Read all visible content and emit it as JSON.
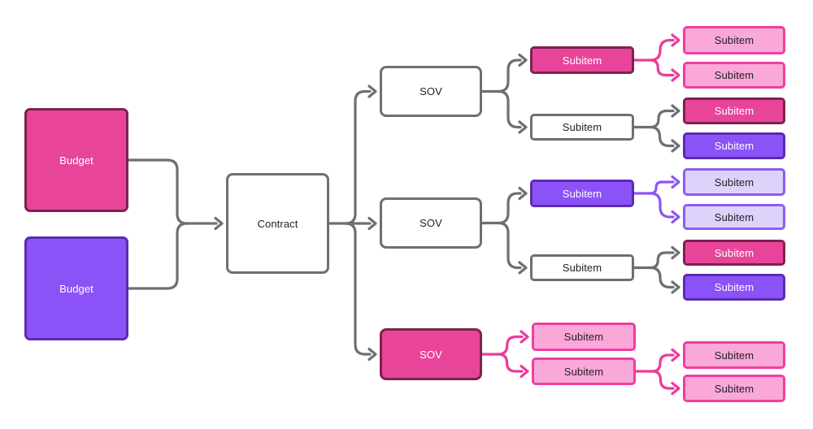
{
  "diagram": {
    "background": "#ffffff",
    "palette": {
      "magenta_fill": "#e8459a",
      "magenta_border": "#7d2150",
      "purple_fill": "#8b52f7",
      "purple_border": "#5b2bb2",
      "white_fill": "#ffffff",
      "gray_border": "#6d7073",
      "pink_fill": "#f9a8d8",
      "pink_border": "#f03da0",
      "lavender_fill": "#ddd2fa",
      "lavender_border": "#8e5cf0",
      "gray_line": "#6d7073",
      "pink_line": "#ee3a9c",
      "purple_line": "#8f55f2",
      "dark_text": "#202124",
      "light_text": "#ffffff"
    },
    "nodes": [
      {
        "id": "budget-1",
        "label": "Budget",
        "variant": "magenta"
      },
      {
        "id": "budget-2",
        "label": "Budget",
        "variant": "purple"
      },
      {
        "id": "contract",
        "label": "Contract",
        "variant": "white"
      },
      {
        "id": "sov-1",
        "label": "SOV",
        "variant": "white"
      },
      {
        "id": "sov-2",
        "label": "SOV",
        "variant": "white"
      },
      {
        "id": "sov-3",
        "label": "SOV",
        "variant": "magenta"
      },
      {
        "id": "sub-a",
        "label": "Subitem",
        "variant": "magenta"
      },
      {
        "id": "sub-b",
        "label": "Subitem",
        "variant": "white"
      },
      {
        "id": "sub-c",
        "label": "Subitem",
        "variant": "purple"
      },
      {
        "id": "sub-d",
        "label": "Subitem",
        "variant": "white"
      },
      {
        "id": "sub-e",
        "label": "Subitem",
        "variant": "pink"
      },
      {
        "id": "sub-f",
        "label": "Subitem",
        "variant": "pink"
      },
      {
        "id": "leaf-1",
        "label": "Subitem",
        "variant": "pink"
      },
      {
        "id": "leaf-2",
        "label": "Subitem",
        "variant": "pink"
      },
      {
        "id": "leaf-3",
        "label": "Subitem",
        "variant": "magenta"
      },
      {
        "id": "leaf-4",
        "label": "Subitem",
        "variant": "purple"
      },
      {
        "id": "leaf-5",
        "label": "Subitem",
        "variant": "lavender"
      },
      {
        "id": "leaf-6",
        "label": "Subitem",
        "variant": "lavender"
      },
      {
        "id": "leaf-7",
        "label": "Subitem",
        "variant": "magenta"
      },
      {
        "id": "leaf-8",
        "label": "Subitem",
        "variant": "purple"
      },
      {
        "id": "leaf-9",
        "label": "Subitem",
        "variant": "pink"
      },
      {
        "id": "leaf-10",
        "label": "Subitem",
        "variant": "pink"
      }
    ],
    "edges": [
      {
        "type": "merge",
        "from": [
          "budget-1",
          "budget-2"
        ],
        "to": "contract",
        "color": "gray"
      },
      {
        "type": "fork",
        "from": "contract",
        "to": [
          "sov-1",
          "sov-2",
          "sov-3"
        ],
        "color": "gray"
      },
      {
        "type": "fork",
        "from": "sov-1",
        "to": [
          "sub-a",
          "sub-b"
        ],
        "color": "gray"
      },
      {
        "type": "fork",
        "from": "sov-2",
        "to": [
          "sub-c",
          "sub-d"
        ],
        "color": "gray"
      },
      {
        "type": "fork",
        "from": "sov-3",
        "to": [
          "sub-e",
          "sub-f"
        ],
        "color": "pink"
      },
      {
        "type": "fork",
        "from": "sub-a",
        "to": [
          "leaf-1",
          "leaf-2"
        ],
        "color": "pink"
      },
      {
        "type": "fork",
        "from": "sub-b",
        "to": [
          "leaf-3",
          "leaf-4"
        ],
        "color": "gray"
      },
      {
        "type": "fork",
        "from": "sub-c",
        "to": [
          "leaf-5",
          "leaf-6"
        ],
        "color": "purple"
      },
      {
        "type": "fork",
        "from": "sub-d",
        "to": [
          "leaf-7",
          "leaf-8"
        ],
        "color": "gray"
      },
      {
        "type": "fork",
        "from": "sub-f",
        "to": [
          "leaf-9",
          "leaf-10"
        ],
        "color": "pink"
      }
    ]
  }
}
